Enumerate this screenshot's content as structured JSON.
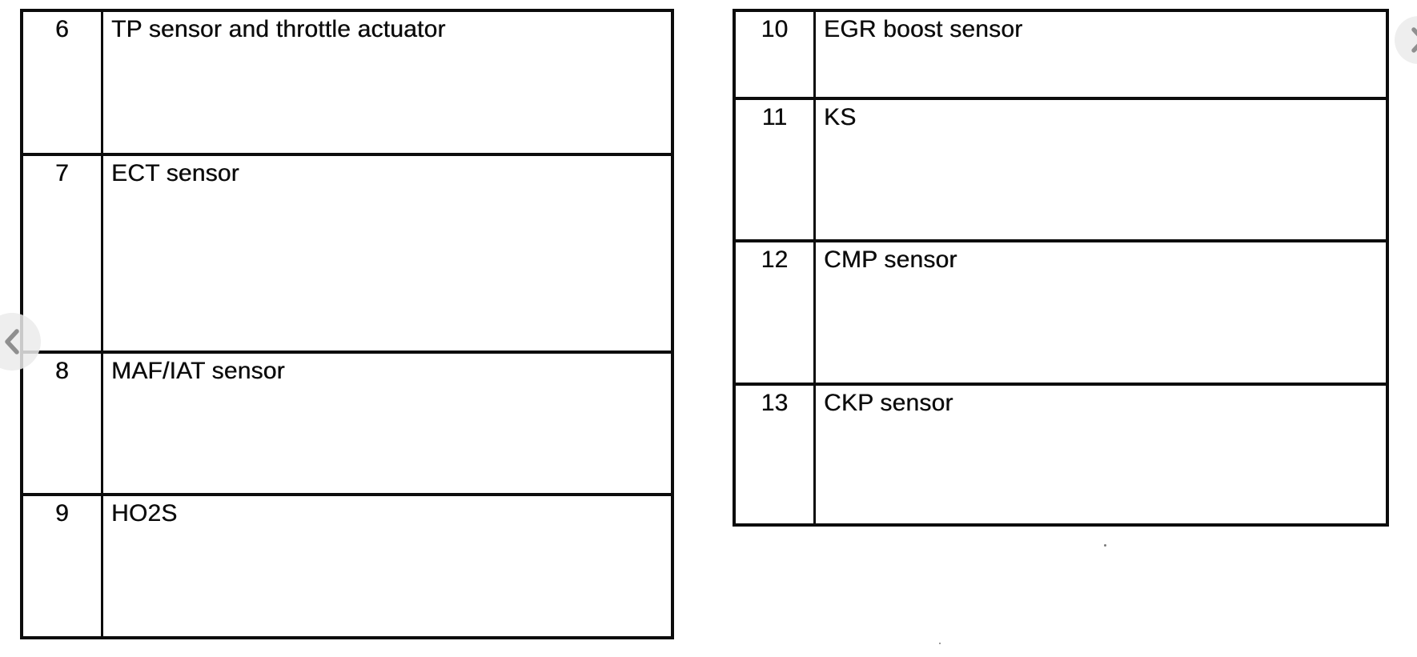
{
  "viewer": {
    "background": "#ffffff",
    "nav": {
      "prev_icon": "chevron-left-icon",
      "next_icon": "chevron-right-icon",
      "button_bg": "#efefef",
      "chevron_color": "#8f8f8f"
    }
  },
  "document": {
    "ink_color": "#0c0c0c",
    "border_color": "#0c0c0c",
    "left_table": {
      "columns": [
        "number",
        "label"
      ],
      "rows": [
        {
          "number": "6",
          "label": "TP sensor and throttle actuator"
        },
        {
          "number": "7",
          "label": "ECT sensor"
        },
        {
          "number": "8",
          "label": "MAF/IAT sensor"
        },
        {
          "number": "9",
          "label": "HO2S"
        }
      ]
    },
    "right_table": {
      "columns": [
        "number",
        "label"
      ],
      "rows": [
        {
          "number": "10",
          "label": "EGR boost sensor"
        },
        {
          "number": "11",
          "label": "KS"
        },
        {
          "number": "12",
          "label": "CMP sensor"
        },
        {
          "number": "13",
          "label": "CKP sensor"
        }
      ]
    }
  }
}
